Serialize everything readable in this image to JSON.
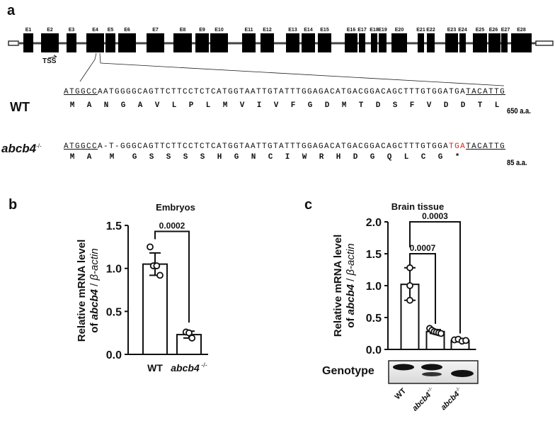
{
  "panel_a": {
    "label": "a",
    "exons": [
      "E1",
      "E2",
      "E3",
      "E4",
      "E5",
      "E6",
      "E7",
      "E8",
      "E9",
      "E10",
      "E11",
      "E12",
      "E13",
      "E14",
      "E15",
      "E16",
      "E17",
      "E18",
      "E19",
      "E20",
      "E21",
      "E22",
      "E23",
      "E24",
      "E25",
      "E26",
      "E27",
      "E28"
    ],
    "tss": "TSS",
    "wt": {
      "label": "WT",
      "seq_start": "ATGGCC",
      "seq_mid": "AATGGGGCAGTTCTTCCTCTCATGGTAATTGTATTTGGAGACATGACGGACAGCTTTGTGGATGA",
      "seq_stop": "",
      "seq_end": "TACATTG",
      "aa": [
        "M",
        "A",
        "N",
        "G",
        "A",
        "V",
        "L",
        "P",
        "L",
        "M",
        "V",
        "I",
        "V",
        "F",
        "G",
        "D",
        "M",
        "T",
        "D",
        "S",
        "F",
        "V",
        "D",
        "D",
        "T",
        "L"
      ],
      "length": "650 a.a."
    },
    "mutant": {
      "label": "abcb4",
      "sup": "-/-",
      "seq_start": "ATGGCC",
      "seq_mid": "A-T-GGGCAGTTCTTCCTCTCATGGTAATTGTATTTGGAGACATGACGGACAGCTTTGTGGA",
      "seq_stop": "TGA",
      "seq_end": "TACATTG",
      "aa": [
        "M",
        "A",
        "M",
        "G",
        "S",
        "S",
        "S",
        "S",
        "H",
        "G",
        "N",
        "C",
        "I",
        "W",
        "R",
        "H",
        "D",
        "G",
        "Q",
        "L",
        "C",
        "G",
        "*"
      ],
      "length": "85 a.a.",
      "stop_color": "#e0201b"
    }
  },
  "chart_data": [
    {
      "panel": "b",
      "type": "bar",
      "title": "Embryos",
      "ylabel_line1": "Relative mRNA level",
      "ylabel_of": "of ",
      "ylabel_gene": "abcb4",
      "ylabel_sep": " / ",
      "ylabel_ref": "β-actin",
      "ylim": [
        0,
        1.5
      ],
      "yticks": [
        "0.0",
        "0.5",
        "1.0",
        "1.5"
      ],
      "ytick_values": [
        0,
        0.5,
        1.0,
        1.5
      ],
      "categories": [
        {
          "name": "WT",
          "italic": false,
          "sup": ""
        },
        {
          "name": "abcb4",
          "italic": true,
          "sup": " -/-"
        }
      ],
      "values": [
        1.05,
        0.23
      ],
      "error": [
        [
          0.92,
          1.18
        ],
        [
          0.19,
          0.27
        ]
      ],
      "points": [
        [
          1.25,
          1.03,
          1.03,
          0.92
        ],
        [
          0.26,
          0.25,
          0.19
        ]
      ],
      "brackets": [
        {
          "from": 0,
          "to": 1,
          "top": 1.43,
          "left_end": 1.34,
          "right_end": 0.37,
          "label": "0.0002"
        }
      ]
    },
    {
      "panel": "c",
      "type": "bar",
      "title": "Brain tissue",
      "ylabel_line1": "Relative mRNA level",
      "ylabel_of": "of ",
      "ylabel_gene": "abcb4",
      "ylabel_sep": " / ",
      "ylabel_ref": "β-actin",
      "ylim": [
        0,
        2.0
      ],
      "yticks": [
        "0.0",
        "0.5",
        "1.0",
        "1.5",
        "2.0"
      ],
      "ytick_values": [
        0,
        0.5,
        1.0,
        1.5,
        2.0
      ],
      "categories": [
        {
          "name": "WT",
          "italic": false,
          "sup": ""
        },
        {
          "name": "abcb4",
          "italic": true,
          "sup": "+/-"
        },
        {
          "name": "abcb4",
          "italic": true,
          "sup": "-/-"
        }
      ],
      "values": [
        1.02,
        0.28,
        0.14
      ],
      "error": [
        [
          0.77,
          1.28
        ],
        [
          0.25,
          0.31
        ],
        [
          0.12,
          0.16
        ]
      ],
      "points": [
        [
          1.28,
          1.0,
          0.77
        ],
        [
          0.33,
          0.3,
          0.28,
          0.27,
          0.26,
          0.25
        ],
        [
          0.15,
          0.16,
          0.13,
          0.14
        ]
      ],
      "brackets": [
        {
          "from": 0,
          "to": 1,
          "top": 1.5,
          "left_end": 1.33,
          "right_end": 0.4,
          "label": "0.0007"
        },
        {
          "from": 0,
          "to": 2,
          "top": 2.0,
          "left_end": 1.6,
          "right_end": 0.25,
          "label": "0.0003"
        }
      ],
      "gel": {
        "label": "Genotype",
        "lanes": [
          {
            "upper": true,
            "lower": false
          },
          {
            "upper": true,
            "lower": true
          },
          {
            "upper": false,
            "lower": true
          }
        ]
      }
    }
  ],
  "panel_labels": {
    "b": "b",
    "c": "c"
  }
}
